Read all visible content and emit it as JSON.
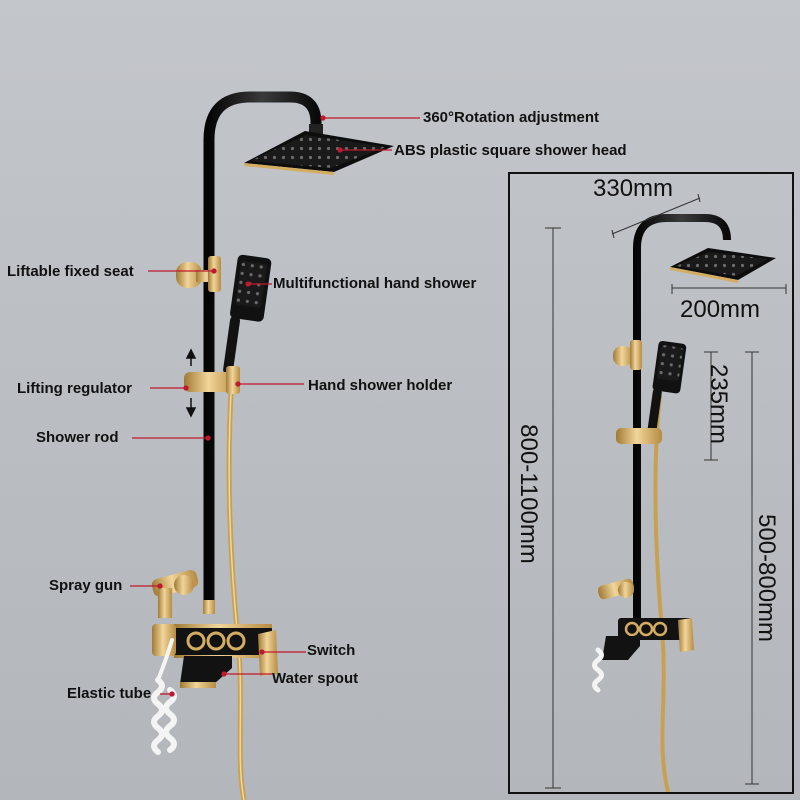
{
  "labels": {
    "rotation": "360°Rotation adjustment",
    "shower_head": "ABS plastic square shower head",
    "fixed_seat": "Liftable fixed seat",
    "hand_shower": "Multifunctional hand shower",
    "lifting_regulator": "Lifting regulator",
    "holder": "Hand shower holder",
    "rod": "Shower rod",
    "spray_gun": "Spray gun",
    "switch": "Switch",
    "spout": "Water spout",
    "tube": "Elastic tube"
  },
  "dimensions": {
    "top_arm": "330mm",
    "head_width": "200mm",
    "hand_height": "235mm",
    "total_height": "800-1100mm",
    "holder_height": "500-800mm"
  },
  "colors": {
    "black": "#141414",
    "gold": "#d4ad60",
    "wall": "#bfc2c6",
    "leader": "#c0182c"
  }
}
